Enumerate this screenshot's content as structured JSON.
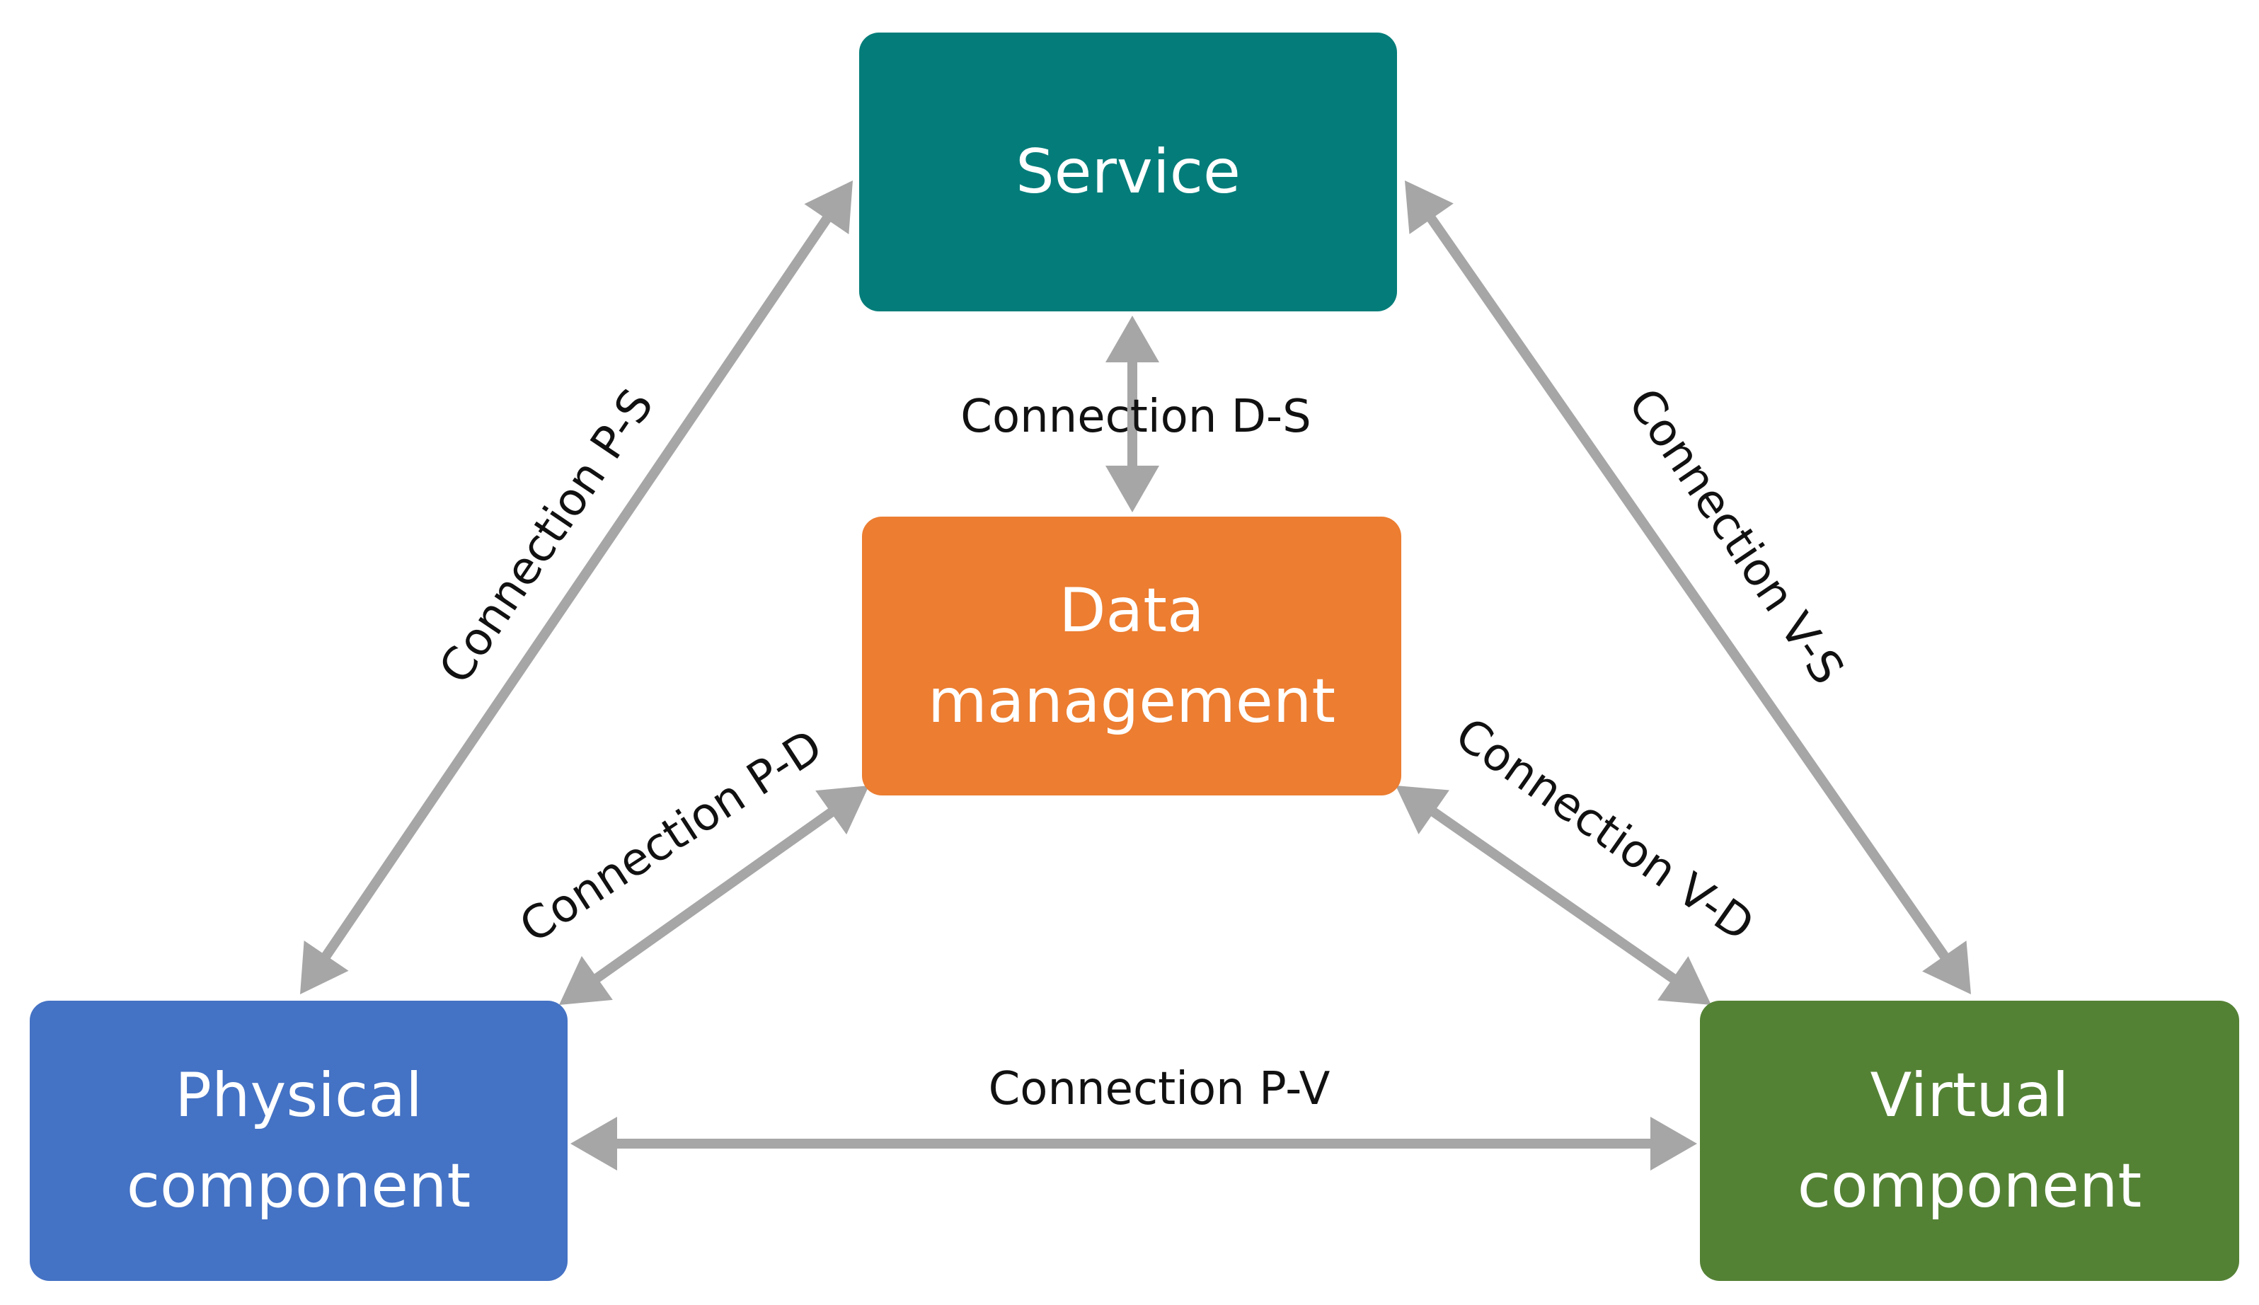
{
  "colors": {
    "connector": "#a6a6a6",
    "label_text": "#111111",
    "node_text": "#ffffff"
  },
  "nodes": {
    "service": {
      "lines": [
        "Service"
      ],
      "color": "#047d7a"
    },
    "data_management": {
      "lines": [
        "Data",
        "management"
      ],
      "color": "#ec7d31"
    },
    "physical_component": {
      "lines": [
        "Physical",
        "component"
      ],
      "color": "#4472c4"
    },
    "virtual_component": {
      "lines": [
        "Virtual",
        "component"
      ],
      "color": "#548235"
    }
  },
  "connections": [
    {
      "id": "ps",
      "label": "Connection P-S",
      "from": "physical_component",
      "to": "service"
    },
    {
      "id": "ds",
      "label": "Connection D-S",
      "from": "data_management",
      "to": "service"
    },
    {
      "id": "vs",
      "label": "Connection V-S",
      "from": "virtual_component",
      "to": "service"
    },
    {
      "id": "pd",
      "label": "Connection P-D",
      "from": "physical_component",
      "to": "data_management"
    },
    {
      "id": "vd",
      "label": "Connection V-D",
      "from": "virtual_component",
      "to": "data_management"
    },
    {
      "id": "pv",
      "label": "Connection P-V",
      "from": "physical_component",
      "to": "virtual_component"
    }
  ]
}
